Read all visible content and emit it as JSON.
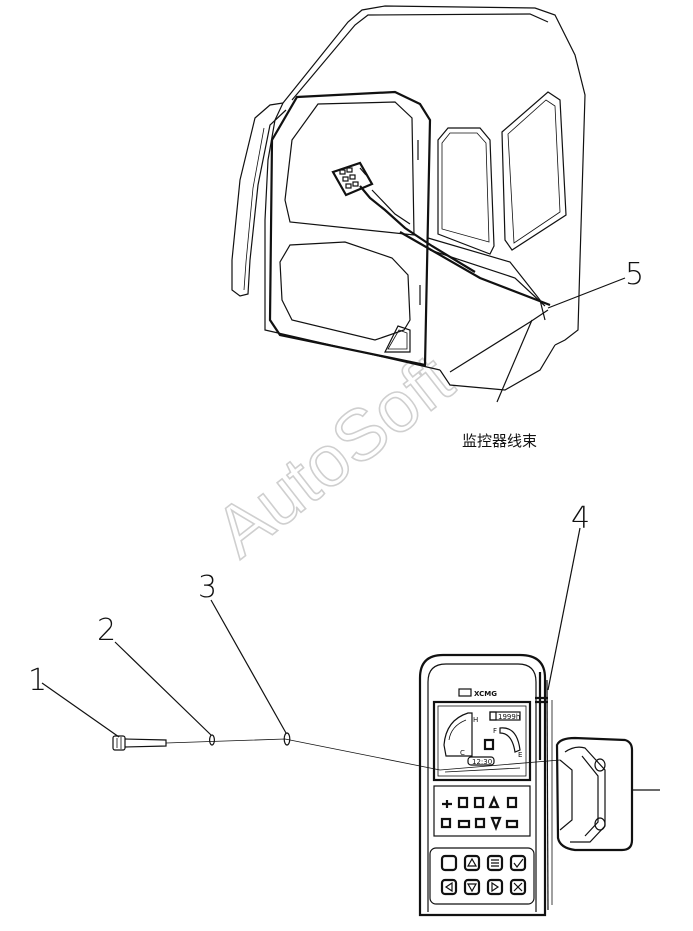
{
  "callouts": {
    "part1": "1",
    "part2": "2",
    "part3": "3",
    "part4": "4",
    "part5": "5"
  },
  "harness_label": "监控器线束",
  "watermark": "AutoSoft",
  "monitor": {
    "brand": "XCMG",
    "hours": "1999h",
    "time": "12:30",
    "fuel_full": "F",
    "fuel_empty": "E",
    "temp_hot": "H",
    "temp_cold": "C"
  }
}
